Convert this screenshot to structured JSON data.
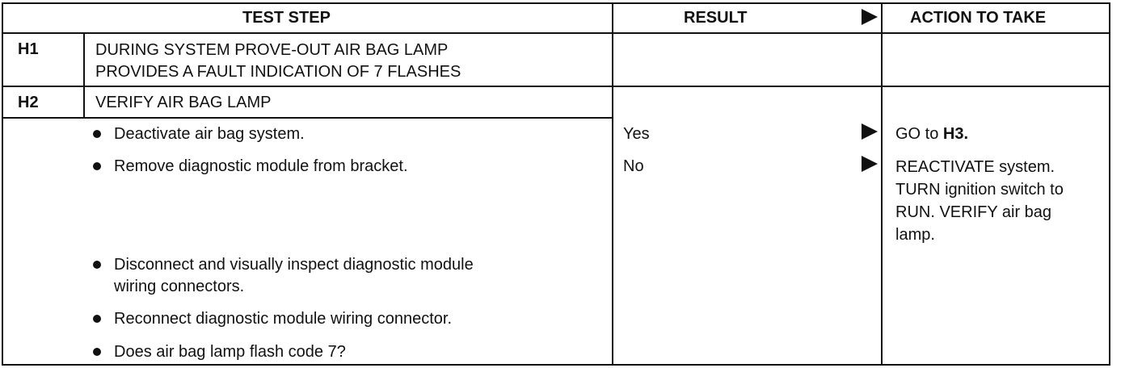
{
  "header": {
    "test_step": "TEST STEP",
    "result": "RESULT",
    "action": "ACTION TO TAKE"
  },
  "h1": {
    "id": "H1",
    "title_line1": "DURING SYSTEM PROVE-OUT AIR BAG LAMP",
    "title_line2": "PROVIDES A FAULT INDICATION OF 7 FLASHES"
  },
  "h2": {
    "id": "H2",
    "title": "VERIFY AIR BAG LAMP",
    "steps": [
      {
        "line1": "Deactivate air bag system.",
        "line2": ""
      },
      {
        "line1": "Remove diagnostic module from bracket.",
        "line2": ""
      },
      {
        "line1": "Disconnect and visually inspect diagnostic module",
        "line2": "wiring connectors."
      },
      {
        "line1": "Reconnect diagnostic module wiring connector.",
        "line2": ""
      },
      {
        "line1": "Does air bag lamp flash code 7?",
        "line2": ""
      }
    ],
    "results": [
      {
        "result": "Yes",
        "action_prefix": "GO to ",
        "action_bold": "H3.",
        "action_lines": []
      },
      {
        "result": "No",
        "action_prefix": "",
        "action_bold": "",
        "action_lines": [
          "REACTIVATE system.",
          "TURN ignition switch to",
          "RUN. VERIFY air bag",
          "lamp."
        ]
      }
    ]
  }
}
